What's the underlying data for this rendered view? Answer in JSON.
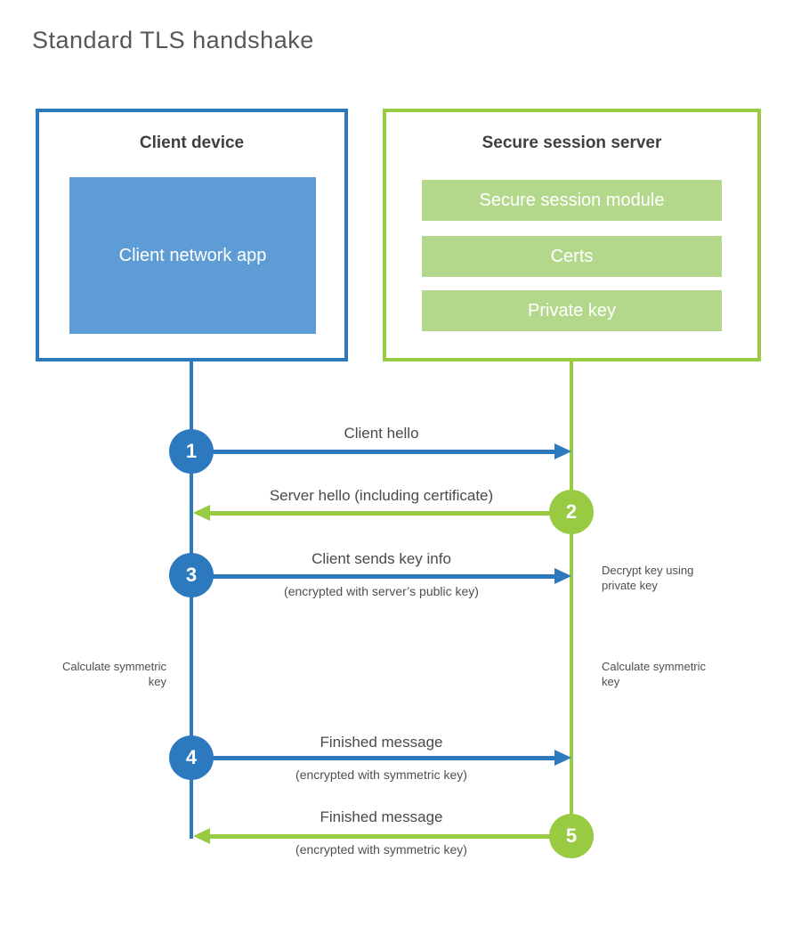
{
  "title": "Standard TLS handshake",
  "client": {
    "heading": "Client device",
    "app_label": "Client network app"
  },
  "server": {
    "heading": "Secure session server",
    "modules": [
      "Secure session module",
      "Certs",
      "Private key"
    ]
  },
  "steps": [
    {
      "number": "1",
      "label": "Client hello",
      "sublabel": "",
      "direction": "client-to-server"
    },
    {
      "number": "2",
      "label": "Server hello (including certificate)",
      "sublabel": "",
      "direction": "server-to-client"
    },
    {
      "number": "3",
      "label": "Client sends key info",
      "sublabel": "(encrypted with server’s public key)",
      "direction": "client-to-server"
    },
    {
      "number": "4",
      "label": "Finished message",
      "sublabel": "(encrypted with symmetric key)",
      "direction": "client-to-server"
    },
    {
      "number": "5",
      "label": "Finished message",
      "sublabel": "(encrypted with symmetric key)",
      "direction": "server-to-client"
    }
  ],
  "annotations": {
    "decrypt_note": "Decrypt key using private key",
    "calc_left": "Calculate symmetric key",
    "calc_right": "Calculate symmetric key"
  },
  "colors": {
    "client_blue": "#2d79be",
    "client_fill_blue": "#5d9cd4",
    "server_green": "#98ca42",
    "server_fill_green": "#b4d88b",
    "heading_text": "#3d3f42",
    "label_text": "#4a4a4c"
  }
}
